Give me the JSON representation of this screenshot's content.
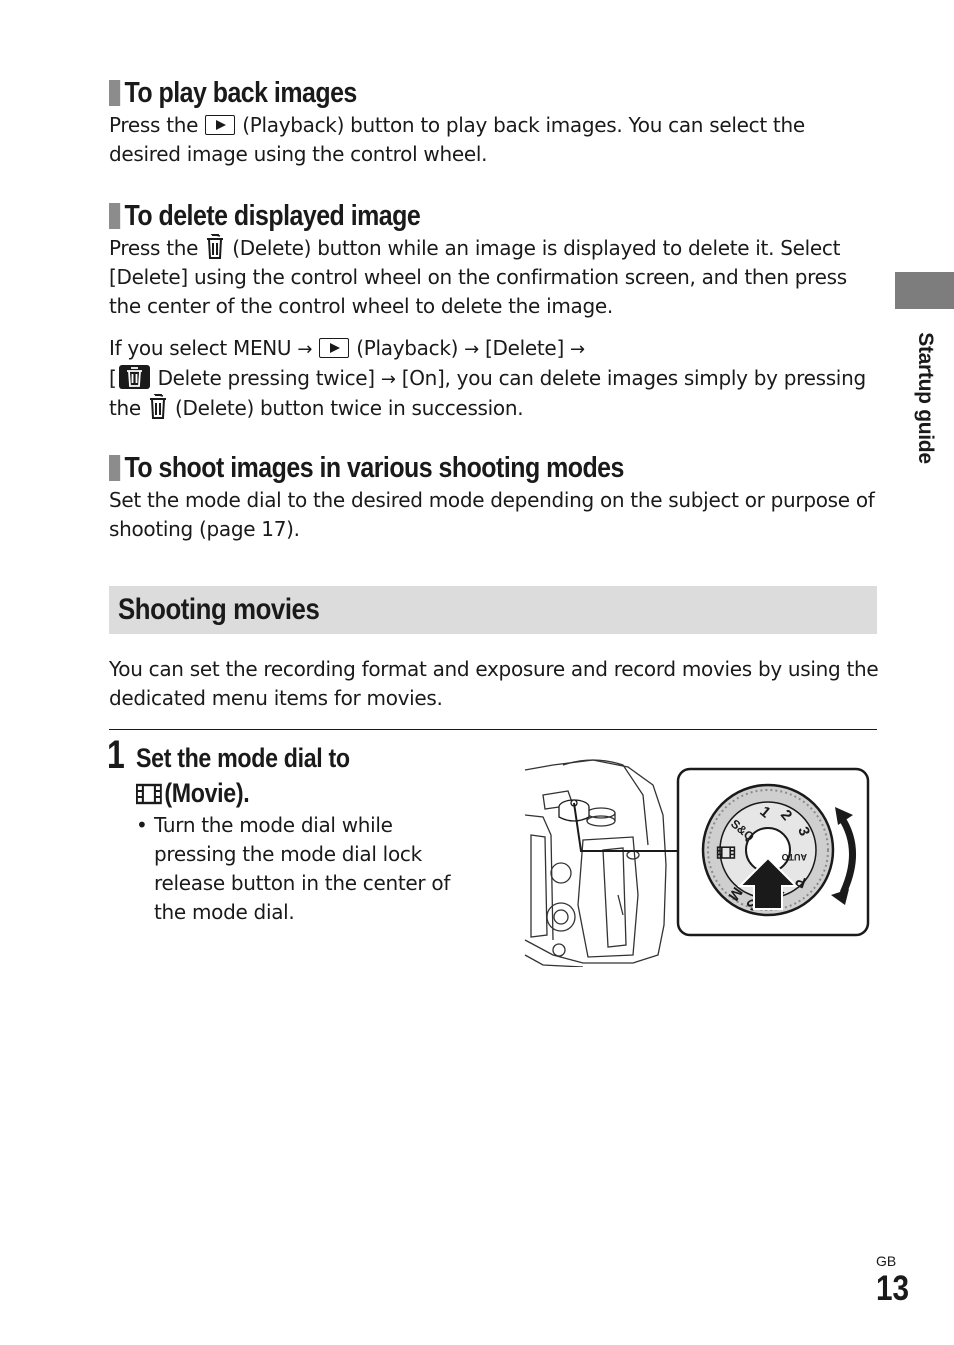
{
  "sections": {
    "playback": {
      "heading": "To play back images",
      "pre": "Press the ",
      "post": " (Playback) button to play back images. You can select the desired image using the control wheel."
    },
    "delete": {
      "heading": "To delete displayed image",
      "pre": "Press the ",
      "post": " (Delete) button while an image is displayed to delete it. Select [Delete] using the control wheel on the confirmation screen, and then press the center of the control wheel to delete the image.",
      "p2_a": "If you select MENU ",
      "p2_b": " (Playback) ",
      "p2_c": " [Delete] ",
      "p2_d": " Delete pressing twice] ",
      "p2_e": " [On], you can delete images simply by pressing the ",
      "p2_f": " (Delete) button twice in succession.",
      "arrow": "→",
      "bracket_open": "["
    },
    "modes": {
      "heading": "To shoot images in various shooting modes",
      "body": "Set the mode dial to the desired mode depending on the subject or purpose of shooting (page 17)."
    }
  },
  "movies": {
    "band_title": "Shooting movies",
    "intro": "You can set the recording format and exposure and record movies by using the dedicated menu items for movies.",
    "step_number": "1",
    "step_title_line1": "Set the mode dial to",
    "step_title_line2": "(Movie).",
    "bullet_dot": "•",
    "bullet": "Turn the mode dial while pressing the mode dial lock release button in the center of the mode dial."
  },
  "dial_labels": {
    "one": "1",
    "two": "2",
    "three": "3",
    "auto": "AUTO",
    "p": "P",
    "a": "A",
    "s": "S",
    "m": "M",
    "sq": "S&Q"
  },
  "sidebar": {
    "label": "Startup guide"
  },
  "footer": {
    "region": "GB",
    "page": "13"
  },
  "colors": {
    "heading_marker": "#8c8c8c",
    "band": "#dcdcdc",
    "side_tab": "#7d7d7d"
  },
  "icons": [
    "playback-icon",
    "delete-icon",
    "movie-icon"
  ]
}
